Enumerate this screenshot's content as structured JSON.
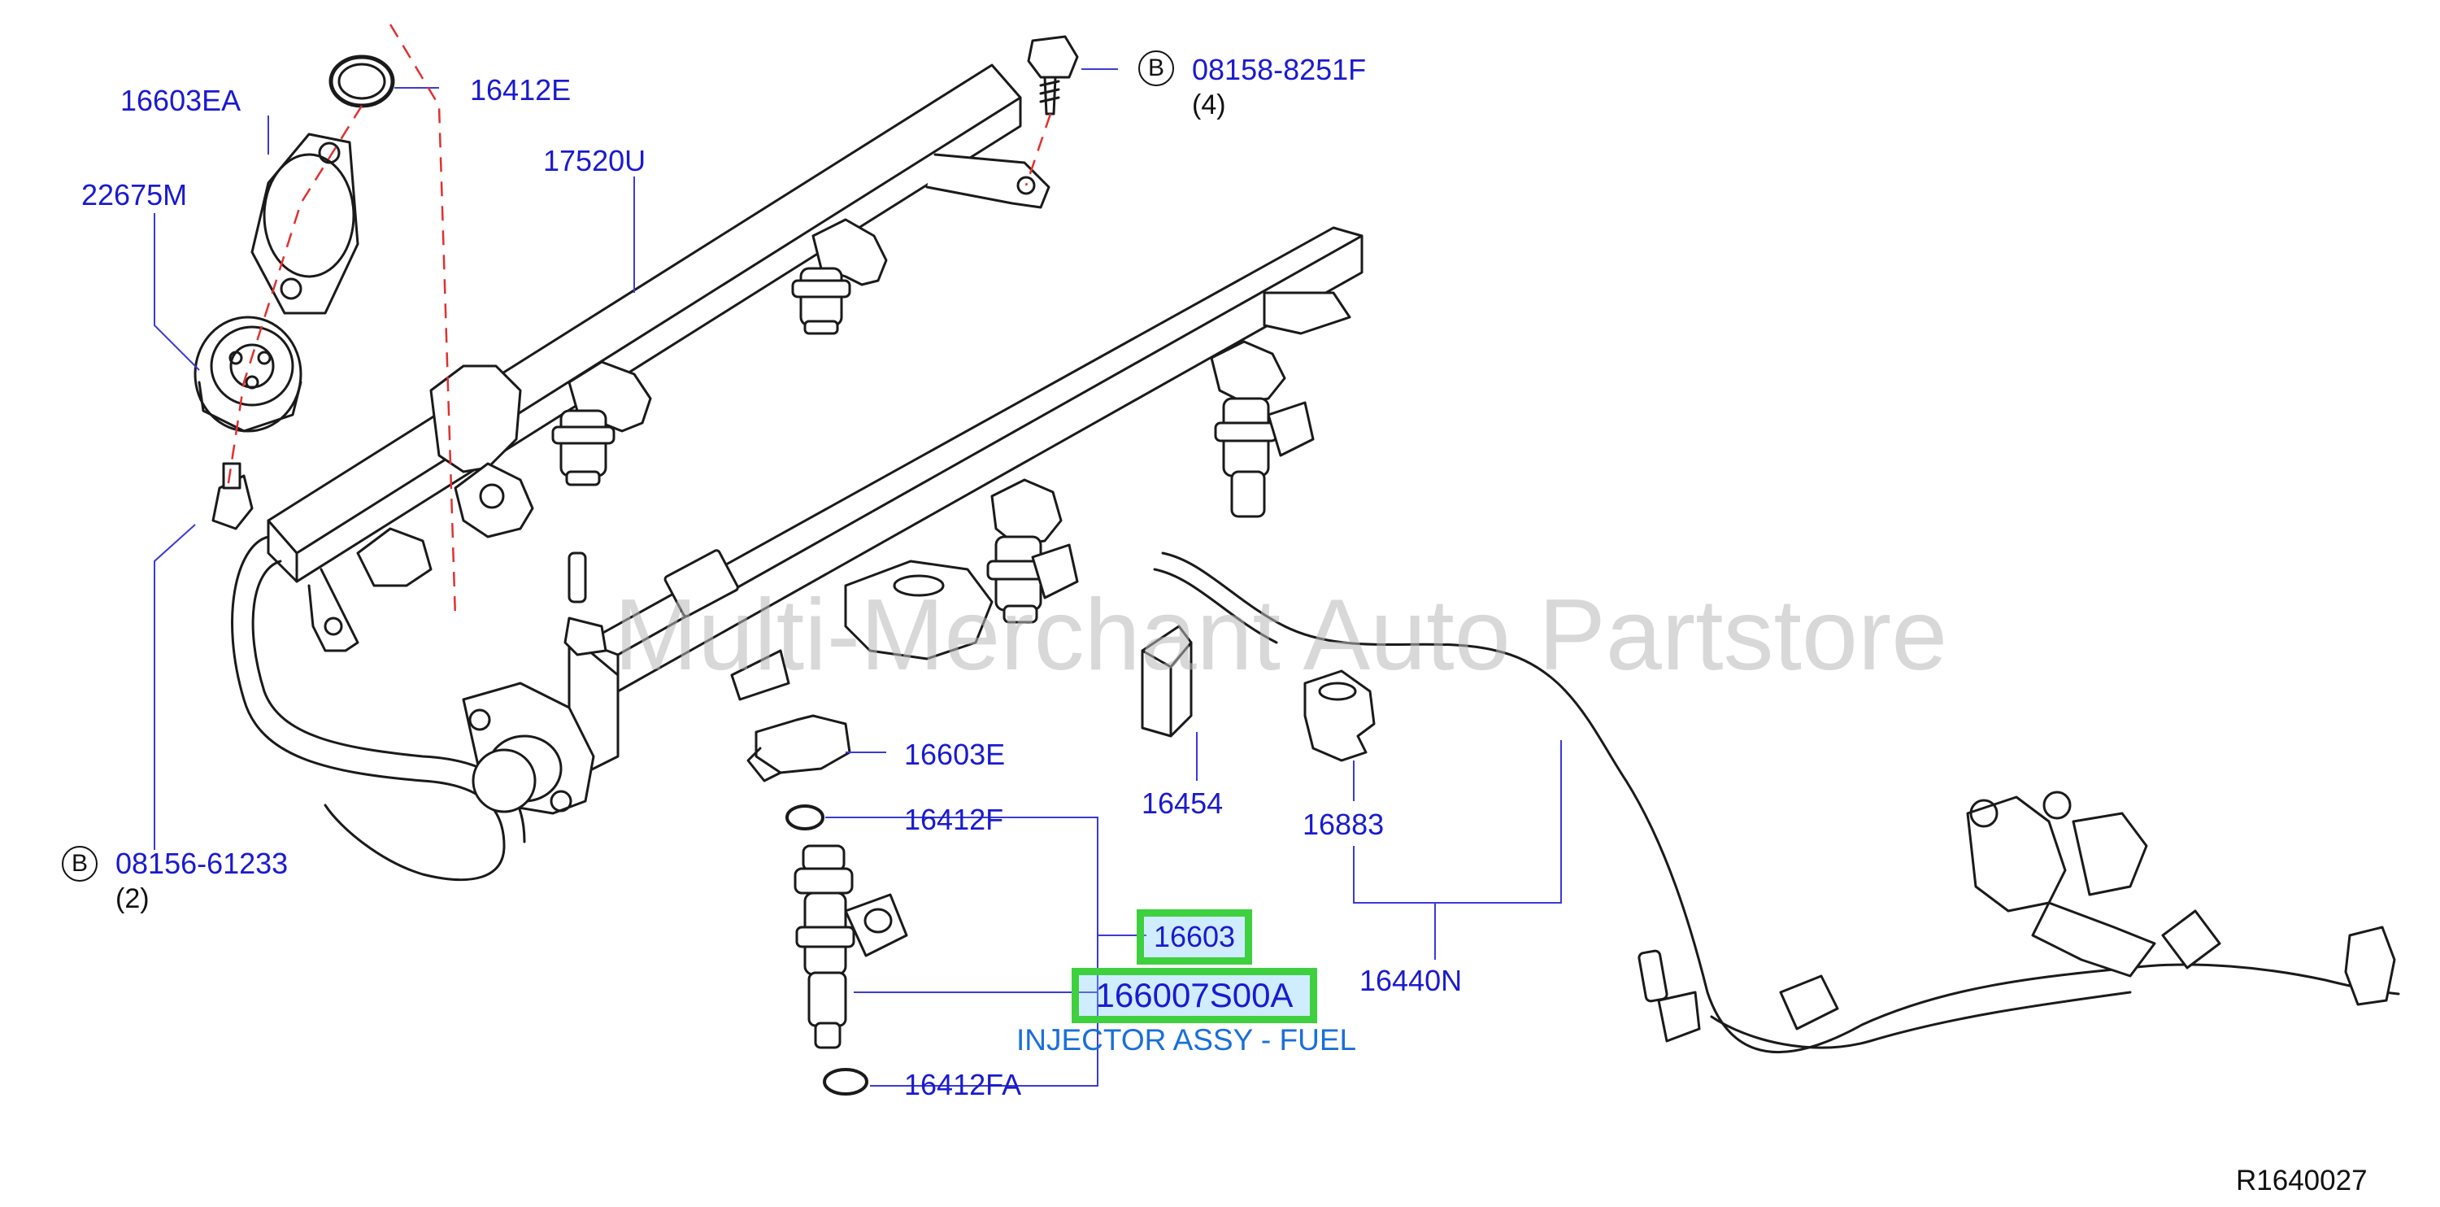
{
  "diagram": {
    "watermark": "Multi-Merchant Auto Partstore",
    "reference_code": "R1640027",
    "colors": {
      "label": "#1a1ad0",
      "highlight_border": "#3ed03e",
      "description": "#1a6fd8",
      "centerline": "#e03030"
    },
    "callouts": {
      "p16603EA": "16603EA",
      "p16412E": "16412E",
      "p17520U": "17520U",
      "p22675M": "22675M",
      "p08158": "08158-8251F",
      "p08158_qty": "(4)",
      "p08158_badge": "B",
      "p08156": "08156-61233",
      "p08156_qty": "(2)",
      "p08156_badge": "B",
      "p16603E": "16603E",
      "p16412F": "16412F",
      "p16454": "16454",
      "p16883": "16883",
      "p16440N": "16440N",
      "p16412FA": "16412FA"
    },
    "highlighted": {
      "p16603": "16603",
      "p166007S00A": "166007S00A",
      "description": "INJECTOR ASSY - FUEL"
    }
  }
}
